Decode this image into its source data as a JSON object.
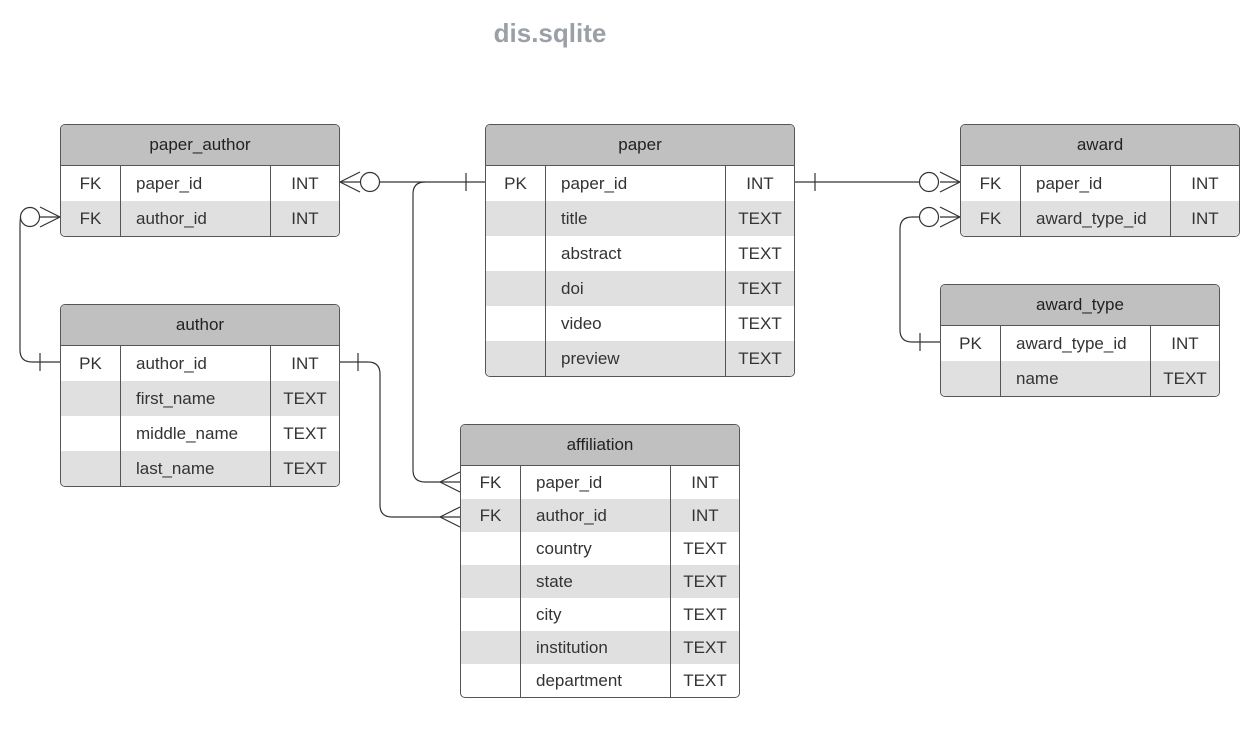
{
  "title": "dis.sqlite",
  "tables": {
    "paper_author": {
      "name": "paper_author",
      "columns": [
        {
          "key": "FK",
          "name": "paper_id",
          "type": "INT"
        },
        {
          "key": "FK",
          "name": "author_id",
          "type": "INT"
        }
      ]
    },
    "paper": {
      "name": "paper",
      "columns": [
        {
          "key": "PK",
          "name": "paper_id",
          "type": "INT"
        },
        {
          "key": "",
          "name": "title",
          "type": "TEXT"
        },
        {
          "key": "",
          "name": "abstract",
          "type": "TEXT"
        },
        {
          "key": "",
          "name": "doi",
          "type": "TEXT"
        },
        {
          "key": "",
          "name": "video",
          "type": "TEXT"
        },
        {
          "key": "",
          "name": "preview",
          "type": "TEXT"
        }
      ]
    },
    "award": {
      "name": "award",
      "columns": [
        {
          "key": "FK",
          "name": "paper_id",
          "type": "INT"
        },
        {
          "key": "FK",
          "name": "award_type_id",
          "type": "INT"
        }
      ]
    },
    "award_type": {
      "name": "award_type",
      "columns": [
        {
          "key": "PK",
          "name": "award_type_id",
          "type": "INT"
        },
        {
          "key": "",
          "name": "name",
          "type": "TEXT"
        }
      ]
    },
    "author": {
      "name": "author",
      "columns": [
        {
          "key": "PK",
          "name": "author_id",
          "type": "INT"
        },
        {
          "key": "",
          "name": "first_name",
          "type": "TEXT"
        },
        {
          "key": "",
          "name": "middle_name",
          "type": "TEXT"
        },
        {
          "key": "",
          "name": "last_name",
          "type": "TEXT"
        }
      ]
    },
    "affiliation": {
      "name": "affiliation",
      "columns": [
        {
          "key": "FK",
          "name": "paper_id",
          "type": "INT"
        },
        {
          "key": "FK",
          "name": "author_id",
          "type": "INT"
        },
        {
          "key": "",
          "name": "country",
          "type": "TEXT"
        },
        {
          "key": "",
          "name": "state",
          "type": "TEXT"
        },
        {
          "key": "",
          "name": "city",
          "type": "TEXT"
        },
        {
          "key": "",
          "name": "institution",
          "type": "TEXT"
        },
        {
          "key": "",
          "name": "department",
          "type": "TEXT"
        }
      ]
    }
  }
}
